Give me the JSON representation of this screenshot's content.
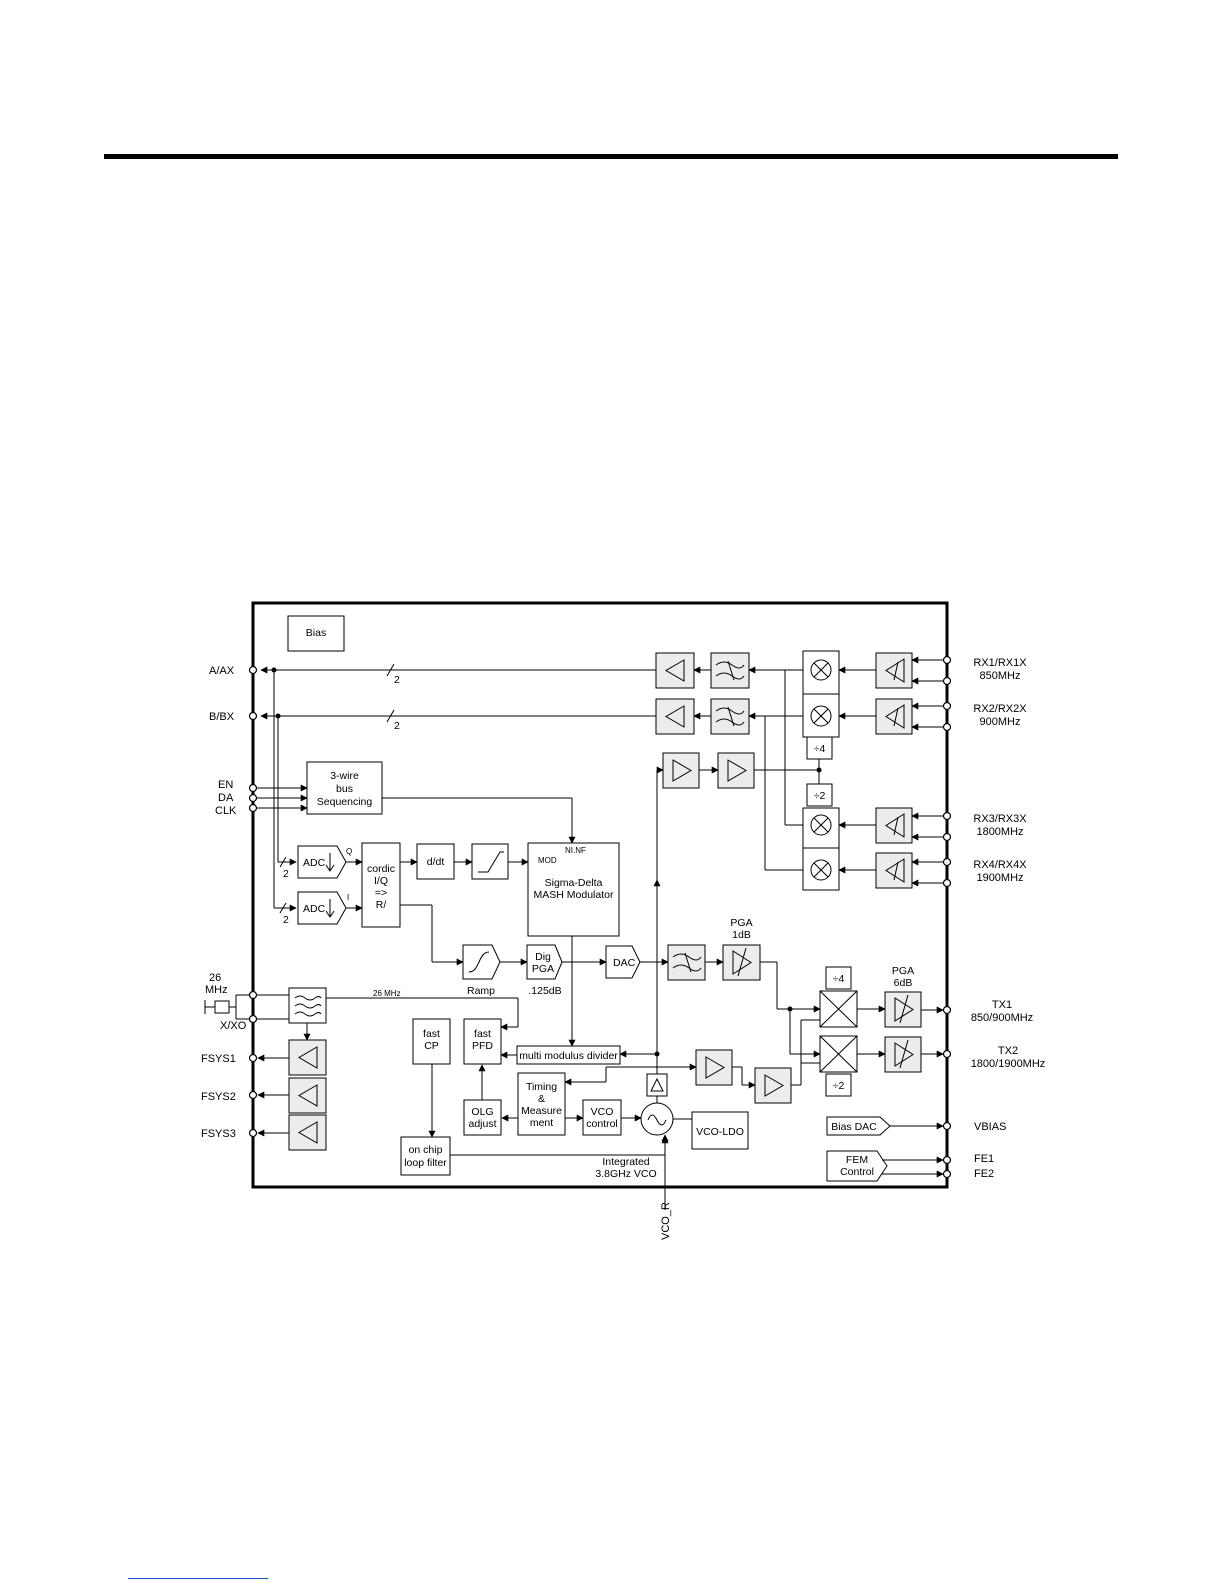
{
  "diagram": {
    "pins_left": {
      "a_ax": "A/AX",
      "b_bx": "B/BX",
      "en": "EN",
      "da": "DA",
      "clk": "CLK",
      "xtal_freq_1": "26",
      "xtal_freq_2": "MHz",
      "x_xo": "X/XO",
      "fsys1": "FSYS1",
      "fsys2": "FSYS2",
      "fsys3": "FSYS3"
    },
    "pins_right": {
      "rx1": "RX1/RX1X",
      "rx1_band": "850MHz",
      "rx2": "RX2/RX2X",
      "rx2_band": "900MHz",
      "rx3": "RX3/RX3X",
      "rx3_band": "1800MHz",
      "rx4": "RX4/RX4X",
      "rx4_band": "1900MHz",
      "tx1": "TX1",
      "tx1_band": "850/900MHz",
      "tx2": "TX2",
      "tx2_band": "1800/1900MHz",
      "vbias": "VBIAS",
      "fe1": "FE1",
      "fe2": "FE2"
    },
    "pin_bottom": {
      "vco_r": "VCO_R"
    },
    "blocks": {
      "bias": "Bias",
      "wire3_l1": "3-wire",
      "wire3_l2": "bus",
      "wire3_l3": "Sequencing",
      "adc": "ADC",
      "cordic_l1": "cordic",
      "cordic_l2": "I/Q",
      "cordic_l3": "=>",
      "cordic_l4": "R/",
      "ddt": "d/dt",
      "sd_l1": "Sigma-Delta",
      "sd_l2": "MASH Modulator",
      "sd_mod": "MOD",
      "sd_ninf": "NI.NF",
      "ramp": "Ramp",
      "digpga_l1": "Dig",
      "digpga_l2": "PGA",
      "digpga_step": ".125dB",
      "dac": "DAC",
      "pga1_l1": "PGA",
      "pga1_l2": "1dB",
      "pga6_l1": "PGA",
      "pga6_l2": "6dB",
      "div4": "÷4",
      "div2": "÷2",
      "fastcp_l1": "fast",
      "fastcp_l2": "CP",
      "fastpfd_l1": "fast",
      "fastpfd_l2": "PFD",
      "mmd": "multi modulus divider",
      "timing_l1": "Timing",
      "timing_l2": "&",
      "timing_l3": "Measure",
      "timing_l4": "ment",
      "vcoctl_l1": "VCO",
      "vcoctl_l2": "control",
      "olg_l1": "OLG",
      "olg_l2": "adjust",
      "loop_l1": "on chip",
      "loop_l2": "loop filter",
      "vco_l1": "Integrated",
      "vco_l2": "3.8GHz VCO",
      "vcoldo": "VCO-LDO",
      "biasdac": "Bias DAC",
      "fem_l1": "FEM",
      "fem_l2": "Control",
      "bus_width": "2",
      "q_label": "Q",
      "i_label": "I",
      "ref_26mhz": "26 MHz"
    }
  }
}
